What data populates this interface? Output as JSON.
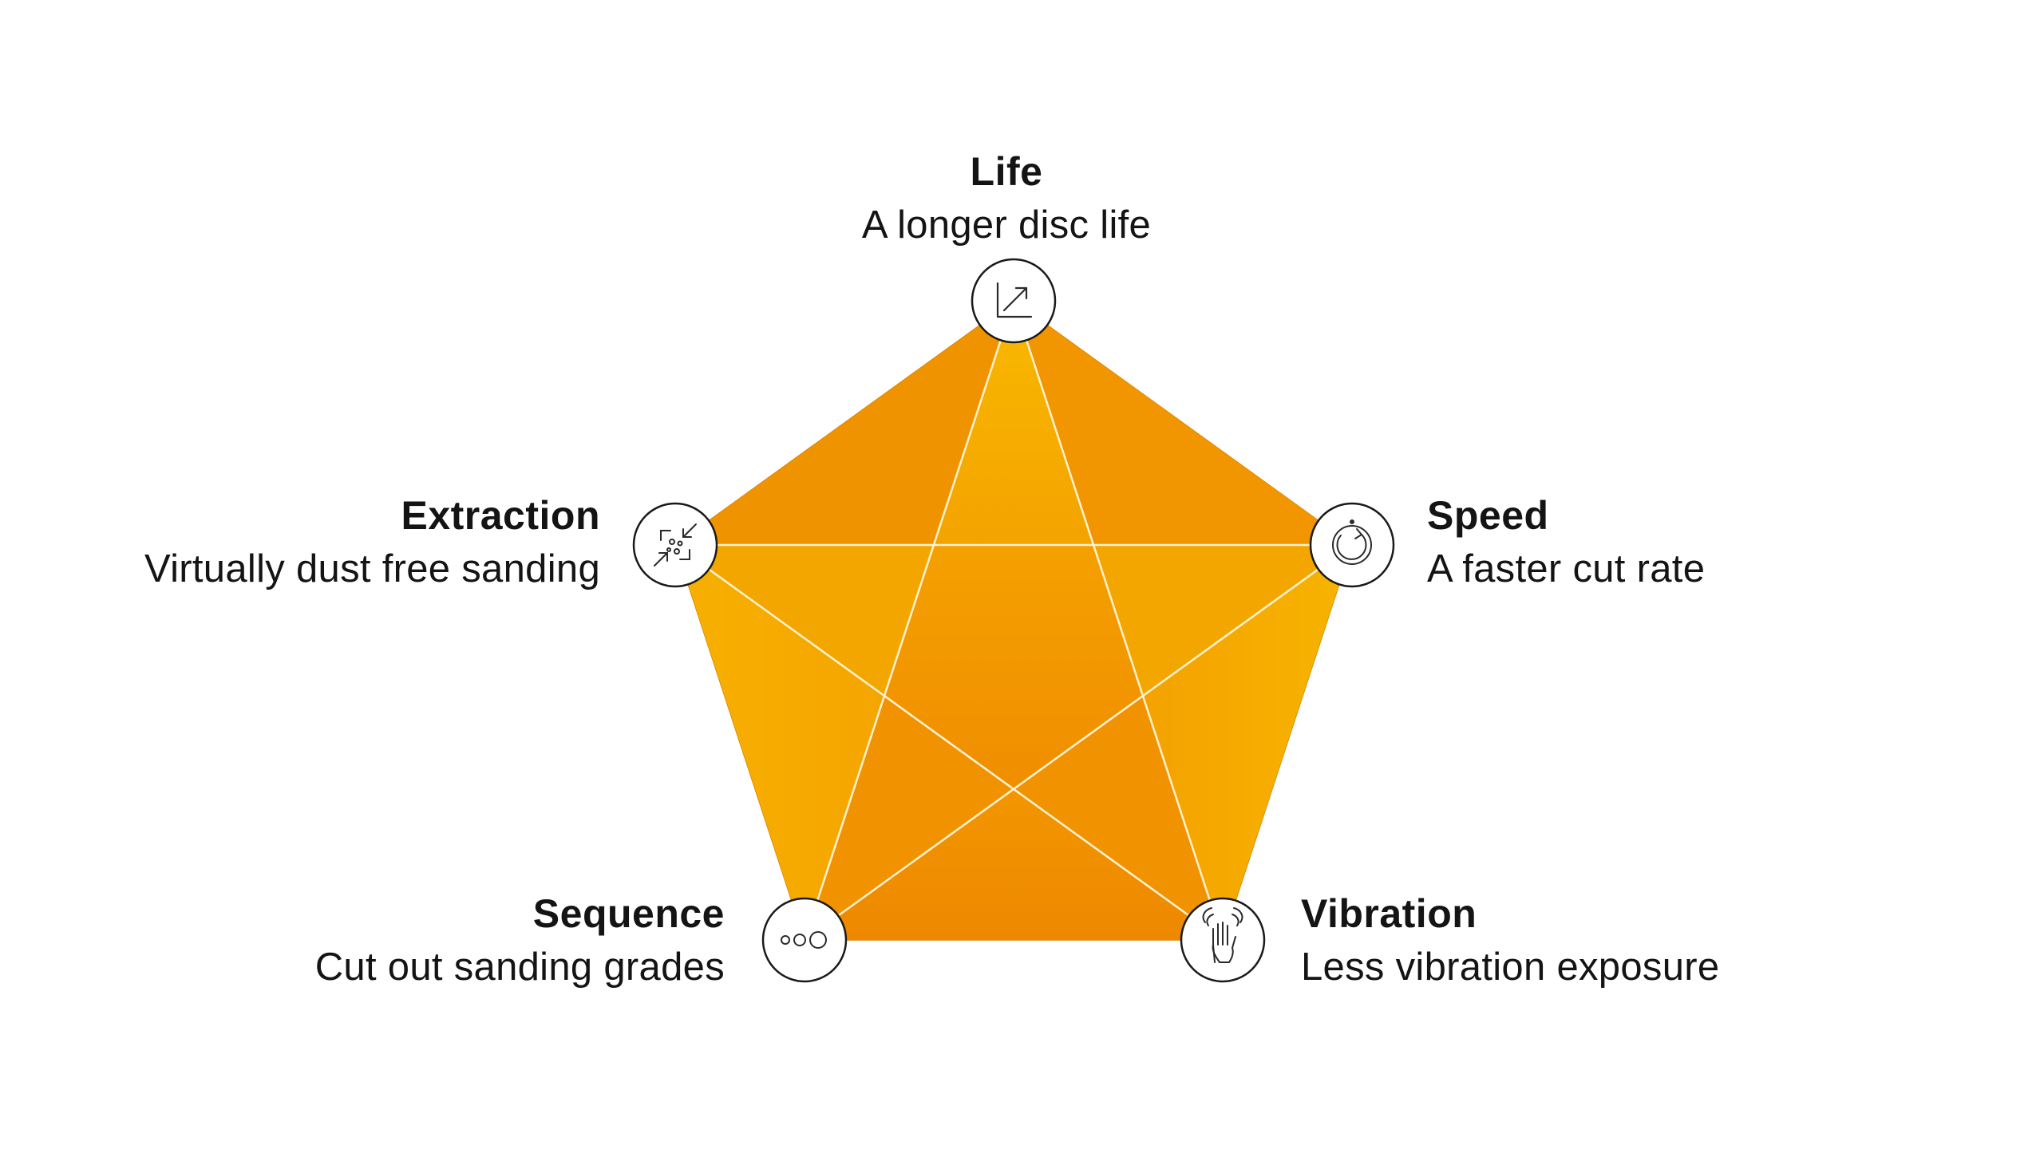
{
  "theme": {
    "orange_dark": "#EE8A00",
    "orange_mid": "#F39C05",
    "orange_light": "#F8B600",
    "line_color": "#FFF4D6",
    "node_stroke": "#1A1A1A",
    "node_fill": "#FFFFFF"
  },
  "nodes": [
    {
      "id": "life",
      "title": "Life",
      "description": "A longer disc life",
      "icon": "growth-chart-icon"
    },
    {
      "id": "speed",
      "title": "Speed",
      "description": "A faster cut rate",
      "icon": "rotation-icon"
    },
    {
      "id": "vibration",
      "title": "Vibration",
      "description": "Less vibration exposure",
      "icon": "vibrating-hand-icon"
    },
    {
      "id": "sequence",
      "title": "Sequence",
      "description": "Cut out sanding grades",
      "icon": "three-circles-icon"
    },
    {
      "id": "extraction",
      "title": "Extraction",
      "description": "Virtually dust free sanding",
      "icon": "dust-extraction-icon"
    }
  ]
}
